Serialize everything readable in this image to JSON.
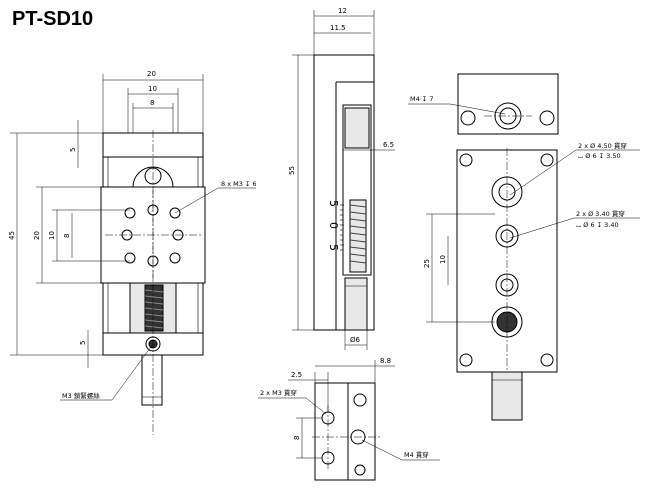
{
  "title": "PT-SD10",
  "front_view": {
    "dim_width_20": "20",
    "dim_width_10": "10",
    "dim_width_8": "8",
    "dim_height_45": "45",
    "dim_height_20": "20",
    "dim_height_10": "10",
    "dim_height_8": "8",
    "dim_top_5": "5",
    "dim_bottom_5": "5",
    "callout_holes": "8 x M3 ↧ 6",
    "callout_screw": "M3 鎖緊螺絲"
  },
  "side_view": {
    "dim_12": "12",
    "dim_11_5": "11.5",
    "dim_55": "55",
    "dim_6_5": "6.5",
    "dim_knob_dia": "Ø6",
    "scale_labels": [
      "5",
      "0",
      "5"
    ]
  },
  "right_top_view": {
    "callout_m4": "M4 ↧ 7"
  },
  "back_view": {
    "callout_1_line1": "2 x Ø 4.50 貫穿",
    "callout_1_line2": "⌴ Ø 6 ↧ 3.50",
    "callout_2_line1": "2 x Ø 3.40 貫穿",
    "callout_2_line2": "⌴ Ø 6 ↧ 3.40",
    "dim_25": "25",
    "dim_10": "10"
  },
  "bottom_view": {
    "dim_2_5": "2.5",
    "dim_8_8": "8.8",
    "dim_8": "8",
    "callout_m3": "2 x M3 貫穿",
    "callout_m4": "M4 貫穿"
  }
}
